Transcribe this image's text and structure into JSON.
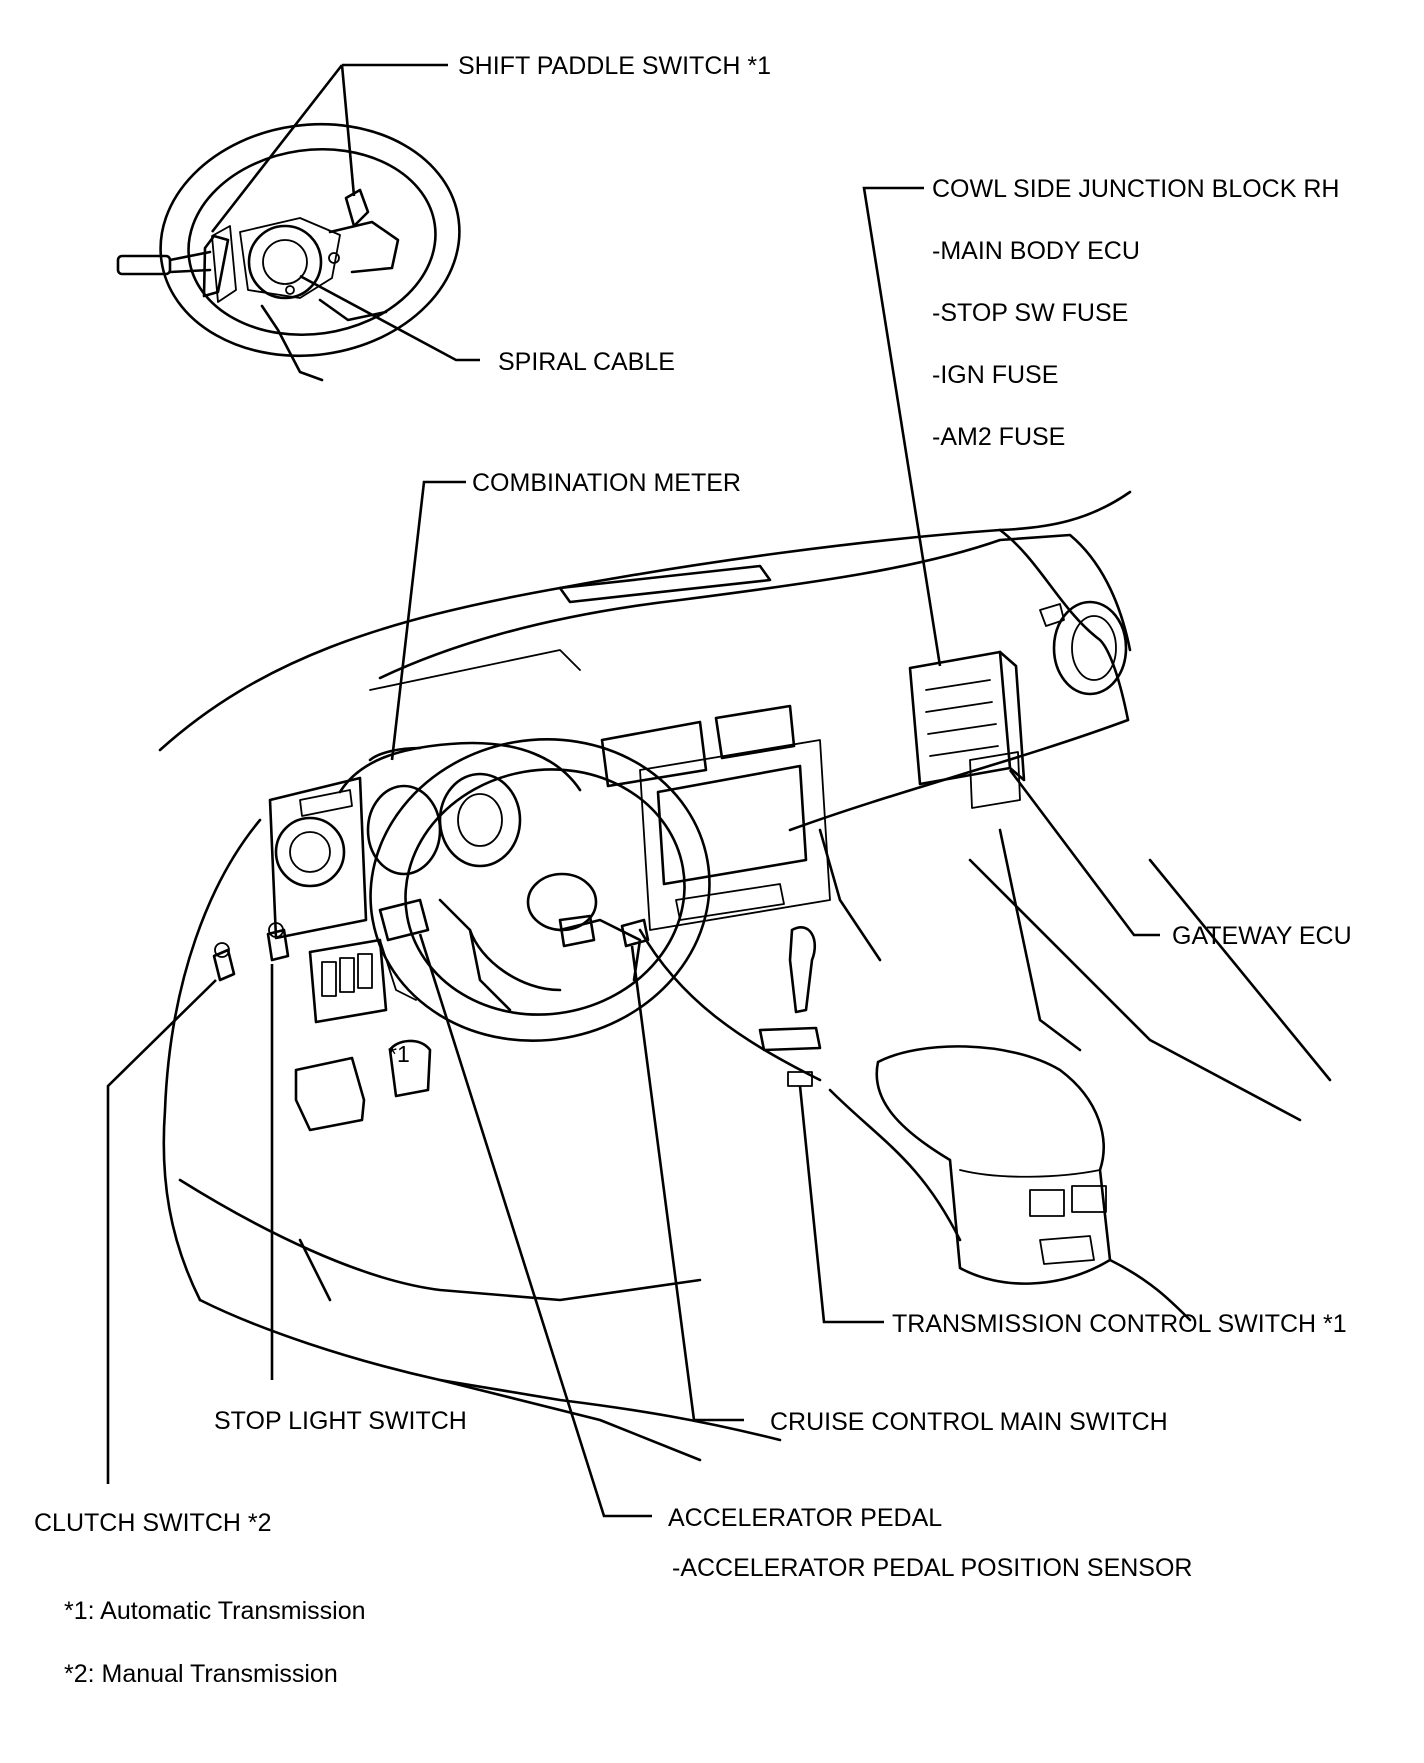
{
  "labels": {
    "shift_paddle_switch": "SHIFT PADDLE SWITCH *1",
    "spiral_cable": "SPIRAL CABLE",
    "cowl_side_junction_block_rh": "COWL SIDE JUNCTION BLOCK RH",
    "main_body_ecu": "-MAIN BODY ECU",
    "stop_sw_fuse": "-STOP SW FUSE",
    "ign_fuse": "-IGN FUSE",
    "am2_fuse": "-AM2 FUSE",
    "combination_meter": "COMBINATION METER",
    "gateway_ecu": "GATEWAY ECU",
    "transmission_control_switch": "TRANSMISSION CONTROL SWITCH *1",
    "stop_light_switch": "STOP LIGHT SWITCH",
    "cruise_control_main_switch": "CRUISE CONTROL MAIN SWITCH",
    "clutch_switch": "CLUTCH SWITCH *2",
    "accelerator_pedal": "ACCELERATOR PEDAL",
    "accelerator_pedal_position_sensor": "-ACCELERATOR PEDAL POSITION SENSOR",
    "pedal_marker": "*1"
  },
  "notes": {
    "note_1": "*1: Automatic Transmission",
    "note_2": "*2: Manual Transmission"
  }
}
